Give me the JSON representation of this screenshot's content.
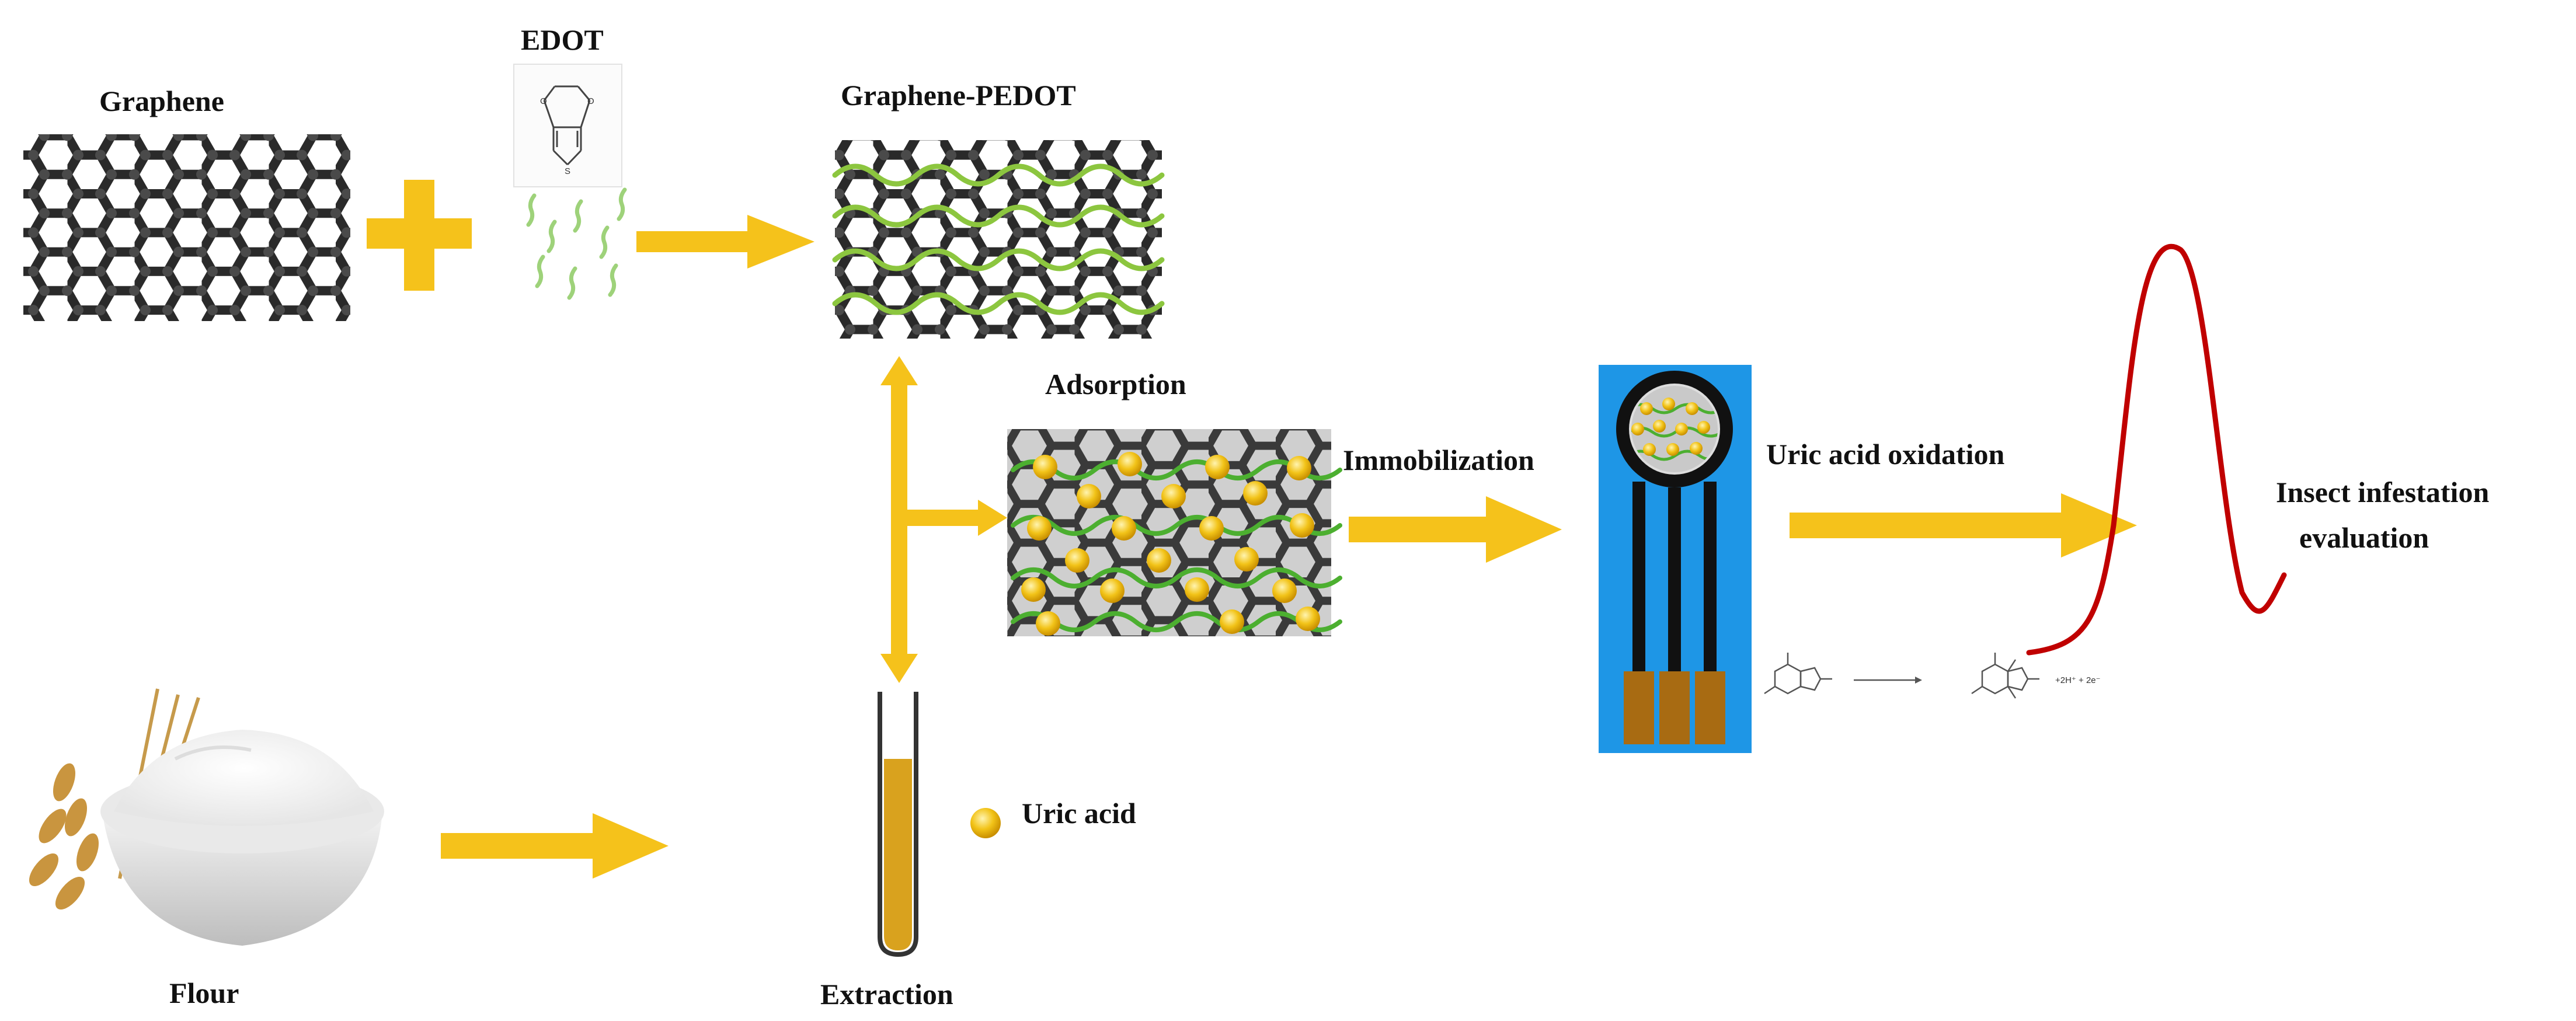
{
  "labels": {
    "graphene": "Graphene",
    "edot": "EDOT",
    "graphene_pedot": "Graphene-PEDOT",
    "adsorption": "Adsorption",
    "immobilization": "Immobilization",
    "uric_acid_oxidation": "Uric acid oxidation",
    "insect_line1": "Insect infestation",
    "insect_line2": "evaluation",
    "uric_acid": "Uric acid",
    "flour": "Flour",
    "extraction": "Extraction"
  },
  "chem": {
    "edot_s": "S",
    "edot_o": "O",
    "reaction_products": "+2H⁺ + 2e⁻"
  },
  "colors": {
    "arrow": "#F5C21B",
    "graphene": "#2a2a2a",
    "pedot_chain": "#8CC63F",
    "uric_acid_bead": "#F2C318",
    "electrode_bg": "#1E96E6",
    "electrode_track": "#111111",
    "electrode_contact": "#A86B12",
    "signal": "#C00000",
    "tube_liquid": "#D9A21E"
  },
  "icons": [
    "plus-icon",
    "arrow-icon",
    "graphene-lattice-icon",
    "edot-molecule-icon",
    "test-tube-icon",
    "flour-bowl-icon",
    "wheat-icon",
    "electrode-icon",
    "peak-signal-icon",
    "uric-acid-structure-icon"
  ]
}
